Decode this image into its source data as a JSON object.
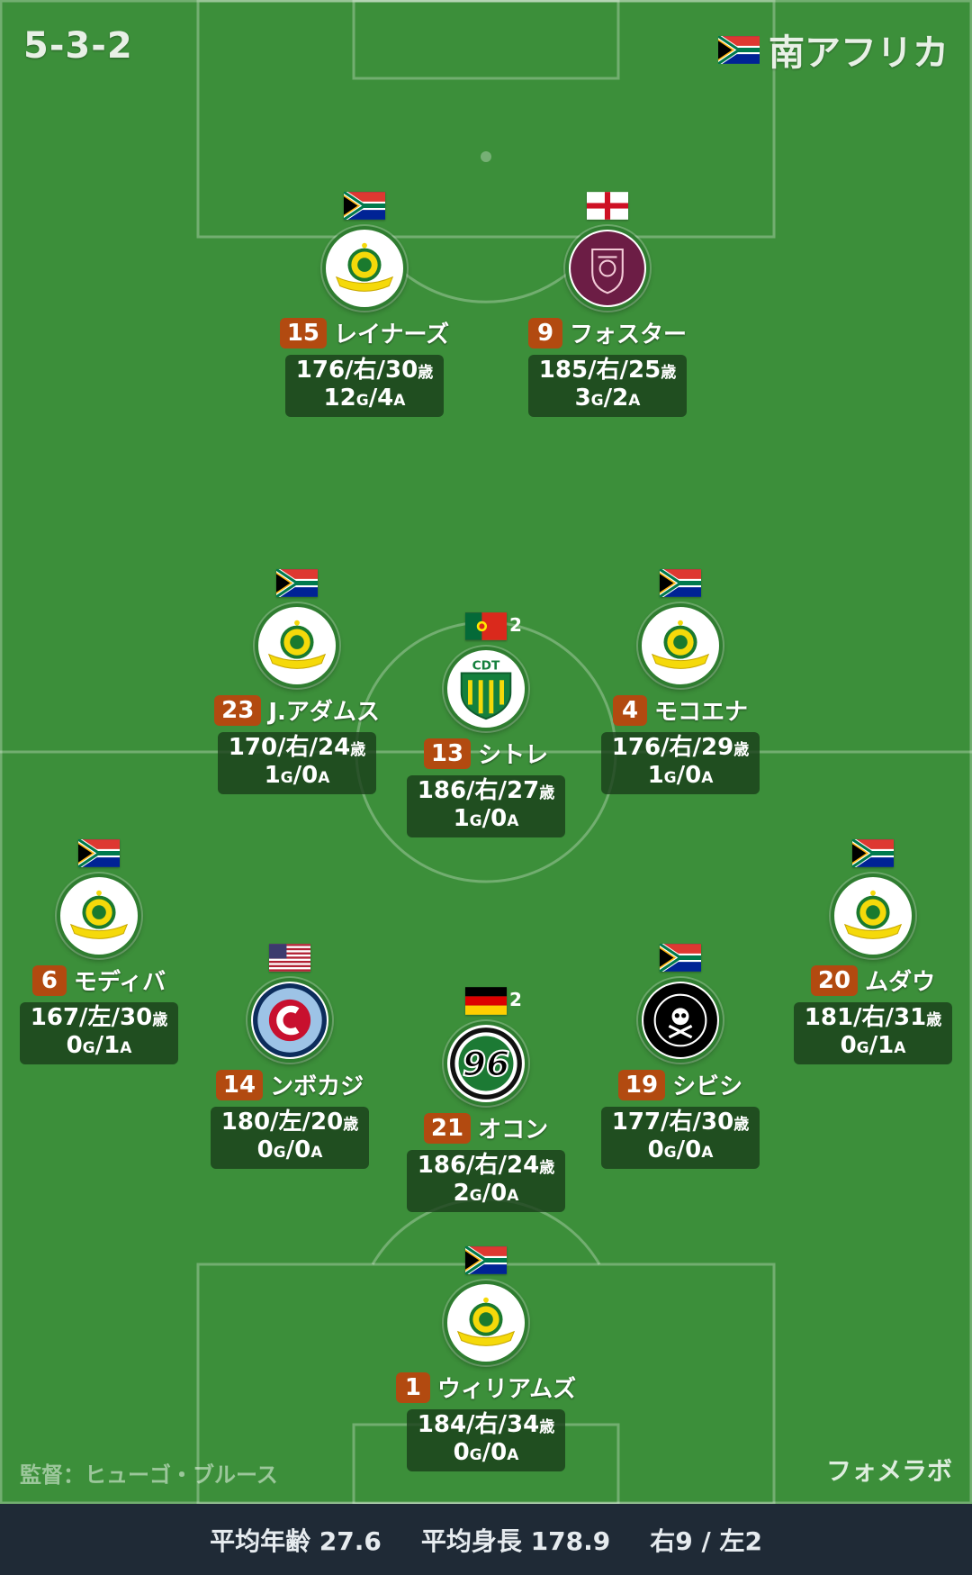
{
  "formation": "5-3-2",
  "team": {
    "name": "南アフリカ",
    "flag": "za"
  },
  "manager": "監督：ヒューゴ・ブルース",
  "brand": "フォメラボ",
  "footer": {
    "avg_age": "平均年齢 27.6",
    "avg_height": "平均身長 178.9",
    "foot": "右9 / 左2"
  },
  "stat_units": {
    "age": "歳",
    "goals": "G",
    "assists": "A"
  },
  "players": [
    {
      "number": "15",
      "name": "レイナーズ",
      "nat": "za",
      "caps": "",
      "club": "sundowns",
      "height_foot": "176/右/30",
      "goals": "12",
      "assists": "4"
    },
    {
      "number": "9",
      "name": "フォスター",
      "nat": "en",
      "caps": "",
      "club": "burnley",
      "height_foot": "185/右/25",
      "goals": "3",
      "assists": "2"
    },
    {
      "number": "23",
      "name": "J.アダムス",
      "nat": "za",
      "caps": "",
      "club": "sundowns",
      "height_foot": "170/右/24",
      "goals": "1",
      "assists": "0"
    },
    {
      "number": "13",
      "name": "シトレ",
      "nat": "pt",
      "caps": "2",
      "club": "tondela",
      "height_foot": "186/右/27",
      "goals": "1",
      "assists": "0"
    },
    {
      "number": "4",
      "name": "モコエナ",
      "nat": "za",
      "caps": "",
      "club": "sundowns",
      "height_foot": "176/右/29",
      "goals": "1",
      "assists": "0"
    },
    {
      "number": "6",
      "name": "モディバ",
      "nat": "za",
      "caps": "",
      "club": "sundowns",
      "height_foot": "167/左/30",
      "goals": "0",
      "assists": "1"
    },
    {
      "number": "14",
      "name": "ンボカジ",
      "nat": "us",
      "caps": "",
      "club": "chicago",
      "height_foot": "180/左/20",
      "goals": "0",
      "assists": "0"
    },
    {
      "number": "21",
      "name": "オコン",
      "nat": "de",
      "caps": "2",
      "club": "hannover",
      "height_foot": "186/右/24",
      "goals": "2",
      "assists": "0"
    },
    {
      "number": "19",
      "name": "シビシ",
      "nat": "za",
      "caps": "",
      "club": "pirates",
      "height_foot": "177/右/30",
      "goals": "0",
      "assists": "0"
    },
    {
      "number": "20",
      "name": "ムダウ",
      "nat": "za",
      "caps": "",
      "club": "sundowns",
      "height_foot": "181/右/31",
      "goals": "0",
      "assists": "1"
    },
    {
      "number": "1",
      "name": "ウィリアムズ",
      "nat": "za",
      "caps": "",
      "club": "sundowns",
      "height_foot": "184/右/34",
      "goals": "0",
      "assists": "0"
    }
  ],
  "club_labels": {
    "tondela": "CDT",
    "hannover": "96"
  },
  "colors": {
    "pitch": "#3c8f3a",
    "number_badge": "#b24a10",
    "footer": "#1f2a36"
  }
}
